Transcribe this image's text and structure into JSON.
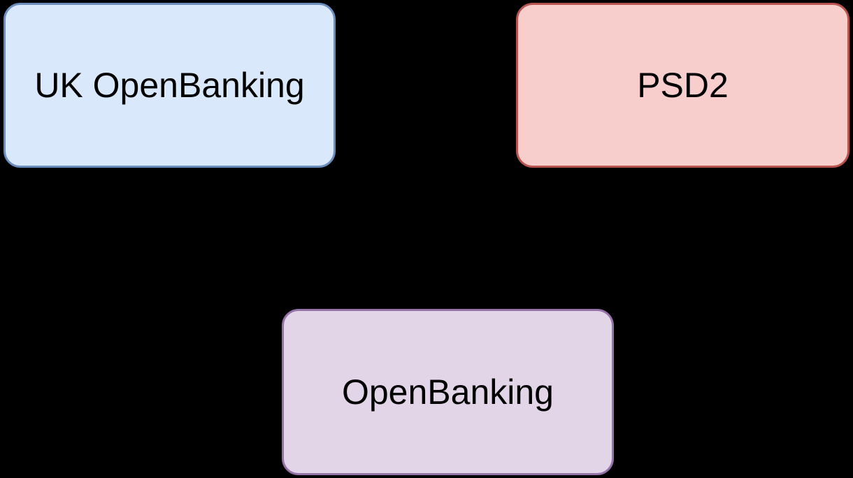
{
  "canvas": {
    "background": "#000000"
  },
  "diagram": {
    "nodes": [
      {
        "id": "uk-openbanking",
        "label": "UK OpenBanking",
        "fill": "#dae8fc",
        "stroke": "#6c8ebf",
        "text_color": "#000000"
      },
      {
        "id": "psd2",
        "label": "PSD2",
        "fill": "#f8cecc",
        "stroke": "#b85450",
        "text_color": "#000000"
      },
      {
        "id": "openbanking",
        "label": "OpenBanking",
        "fill": "#e1d5e7",
        "stroke": "#9673a6",
        "text_color": "#000000"
      }
    ]
  }
}
